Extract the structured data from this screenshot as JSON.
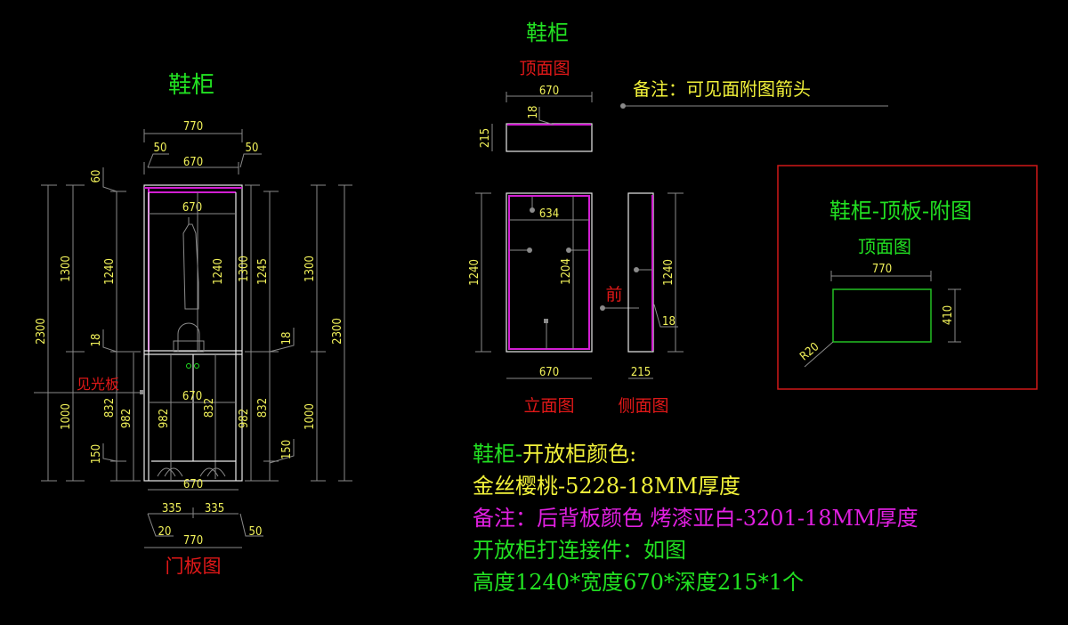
{
  "left_view": {
    "title": "鞋柜",
    "caption": "门板图",
    "callout": "见光板",
    "dims": {
      "overall_width": "770",
      "inner_width": "670",
      "side_left": "50",
      "side_right": "50",
      "top_offset": "60",
      "upper_inner_width": "670",
      "lower_inner_width": "670",
      "bottom_width": "670",
      "door_left": "335",
      "door_right": "335",
      "gap_left": "20",
      "gap_right": "50",
      "bottom_overall": "770",
      "left_total": "2300",
      "left_upper": "1300",
      "left_lower": "1000",
      "left_open": "1240",
      "left_shelf": "18",
      "left_door": "832",
      "left_door_full": "982",
      "left_base": "150",
      "mid_open": "1240",
      "mid_door_left": "982",
      "mid_door_center": "832",
      "mid_door_right": "982",
      "right_upper_a": "1300",
      "right_open": "1245",
      "right_shelf": "18",
      "right_door": "832",
      "right_base": "150",
      "right_upper_b": "1300",
      "right_lower": "1000",
      "right_total": "2300"
    }
  },
  "middle_view": {
    "title": "鞋柜",
    "top_caption": "顶面图",
    "top_dims": {
      "width": "670",
      "thickness": "18",
      "depth": "215"
    },
    "note": "备注：可见面附图箭头",
    "front_caption": "立面图",
    "side_caption": "侧面图",
    "front_label": "前",
    "front_dims": {
      "inner_width": "634",
      "height": "1240",
      "inner_height": "1204",
      "width": "670"
    },
    "side_dims": {
      "height": "1240",
      "thickness": "18",
      "depth": "215"
    }
  },
  "detail_box": {
    "title": "鞋柜-顶板-附图",
    "subtitle": "顶面图",
    "dims": {
      "width": "770",
      "depth": "410",
      "radius": "R20"
    },
    "border_color": "#d01818"
  },
  "notes": {
    "line1_prefix": "鞋柜-",
    "line1_rest": "开放柜颜色:",
    "line2": "金丝樱桃-5228-18MM厚度",
    "line3": "备注：后背板颜色 烤漆亚白-3201-18MM厚度",
    "line4": "开放柜打连接件：如图",
    "line5": "高度1240*宽度670*深度215*1个"
  },
  "colors": {
    "background": "#000000",
    "green": "#22e022",
    "red": "#e01818",
    "yellow": "#f2f23a",
    "magenta": "#e020e0"
  }
}
